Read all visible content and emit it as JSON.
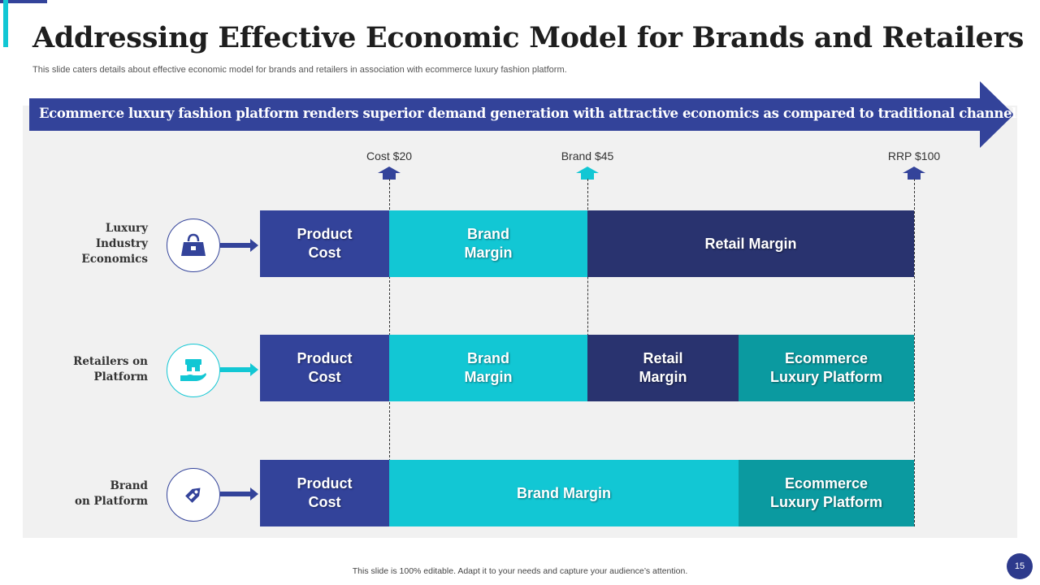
{
  "slide": {
    "title": "Addressing Effective Economic Model for Brands and Retailers",
    "subtitle": "This slide caters details about effective economic model for brands and retailers in association with ecommerce luxury fashion platform.",
    "banner": "Ecommerce luxury fashion platform renders superior demand generation with attractive economics as compared to traditional channels",
    "footer": "This slide is 100% editable. Adapt it to your needs and capture your audience’s attention.",
    "page_number": "15"
  },
  "markers": [
    {
      "label": "Cost $20",
      "color": "#33439a"
    },
    {
      "label": "Brand $45",
      "color": "#12c7d4"
    },
    {
      "label": "RRP $100",
      "color": "#33439a"
    }
  ],
  "rows": [
    {
      "label": "Luxury\nIndustry\nEconomics",
      "icon": "handbag-icon",
      "accent": "#33439a",
      "segments": [
        {
          "label": "Product\nCost",
          "color": "#33439a"
        },
        {
          "label": "Brand\nMargin",
          "color": "#12c7d4"
        },
        {
          "label": "Retail Margin",
          "color": "#29336f"
        }
      ]
    },
    {
      "label": "Retailers on\nPlatform",
      "icon": "store-hand-icon",
      "accent": "#12c7d4",
      "segments": [
        {
          "label": "Product\nCost",
          "color": "#33439a"
        },
        {
          "label": "Brand\nMargin",
          "color": "#12c7d4"
        },
        {
          "label": "Retail\nMargin",
          "color": "#29336f"
        },
        {
          "label": "Ecommerce\nLuxury Platform",
          "color": "#0b9aa0"
        }
      ]
    },
    {
      "label": "Brand\non Platform",
      "icon": "price-tag-icon",
      "accent": "#33439a",
      "segments": [
        {
          "label": "Product\nCost",
          "color": "#33439a"
        },
        {
          "label": "Brand Margin",
          "color": "#12c7d4"
        },
        {
          "label": "Ecommerce\nLuxury Platform",
          "color": "#0b9aa0"
        }
      ]
    }
  ]
}
